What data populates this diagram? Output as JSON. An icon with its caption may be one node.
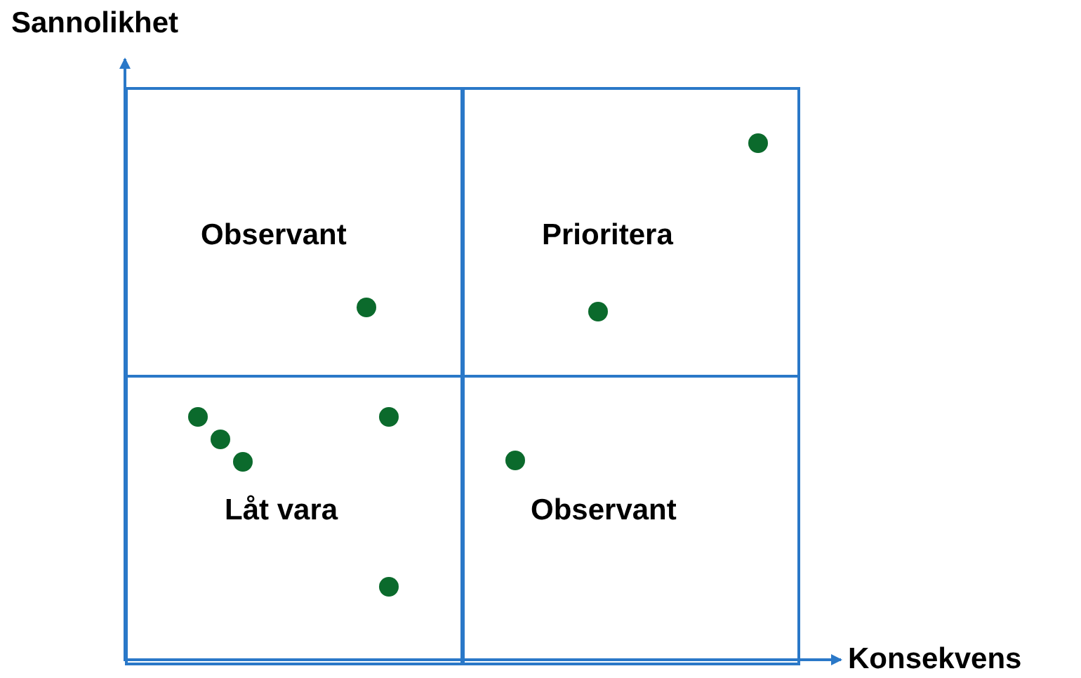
{
  "diagram": {
    "nodes": [
      {
        "text": [
          "Observant"
        ]
      },
      {
        "text": [
          "Prioritera"
        ]
      },
      {
        "text": [
          "Låt vara"
        ]
      },
      {
        "text": [
          "Observant"
        ]
      }
    ],
    "edges": [],
    "labels": [
      "Sannolikhet",
      "Konsekvens"
    ]
  }
}
